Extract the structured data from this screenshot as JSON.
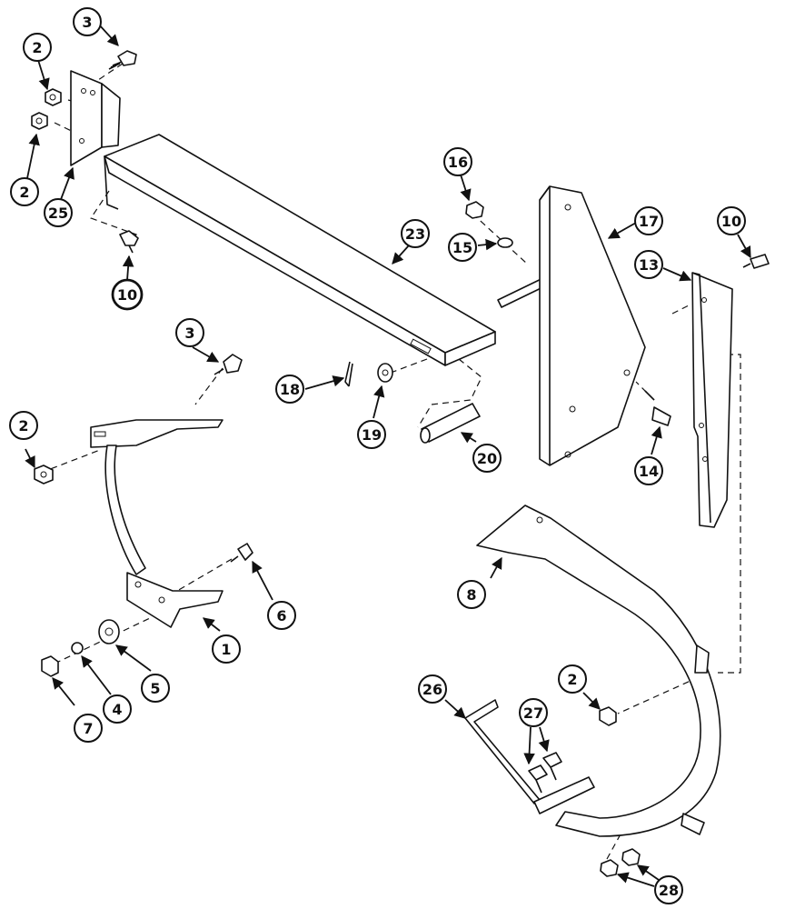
{
  "callouts": [
    {
      "id": "c-3a",
      "label": "3"
    },
    {
      "id": "c-2a",
      "label": "2"
    },
    {
      "id": "c-2b",
      "label": "2"
    },
    {
      "id": "c-25",
      "label": "25"
    },
    {
      "id": "c-10a",
      "label": "10"
    },
    {
      "id": "c-16",
      "label": "16"
    },
    {
      "id": "c-15",
      "label": "15"
    },
    {
      "id": "c-23",
      "label": "23"
    },
    {
      "id": "c-17",
      "label": "17"
    },
    {
      "id": "c-10b",
      "label": "10"
    },
    {
      "id": "c-13",
      "label": "13"
    },
    {
      "id": "c-3b",
      "label": "3"
    },
    {
      "id": "c-18",
      "label": "18"
    },
    {
      "id": "c-19",
      "label": "19"
    },
    {
      "id": "c-20",
      "label": "20"
    },
    {
      "id": "c-14",
      "label": "14"
    },
    {
      "id": "c-2c",
      "label": "2"
    },
    {
      "id": "c-6",
      "label": "6"
    },
    {
      "id": "c-1",
      "label": "1"
    },
    {
      "id": "c-5",
      "label": "5"
    },
    {
      "id": "c-4",
      "label": "4"
    },
    {
      "id": "c-7",
      "label": "7"
    },
    {
      "id": "c-8",
      "label": "8"
    },
    {
      "id": "c-2d",
      "label": "2"
    },
    {
      "id": "c-26",
      "label": "26"
    },
    {
      "id": "c-27",
      "label": "27"
    },
    {
      "id": "c-28",
      "label": "28"
    }
  ]
}
